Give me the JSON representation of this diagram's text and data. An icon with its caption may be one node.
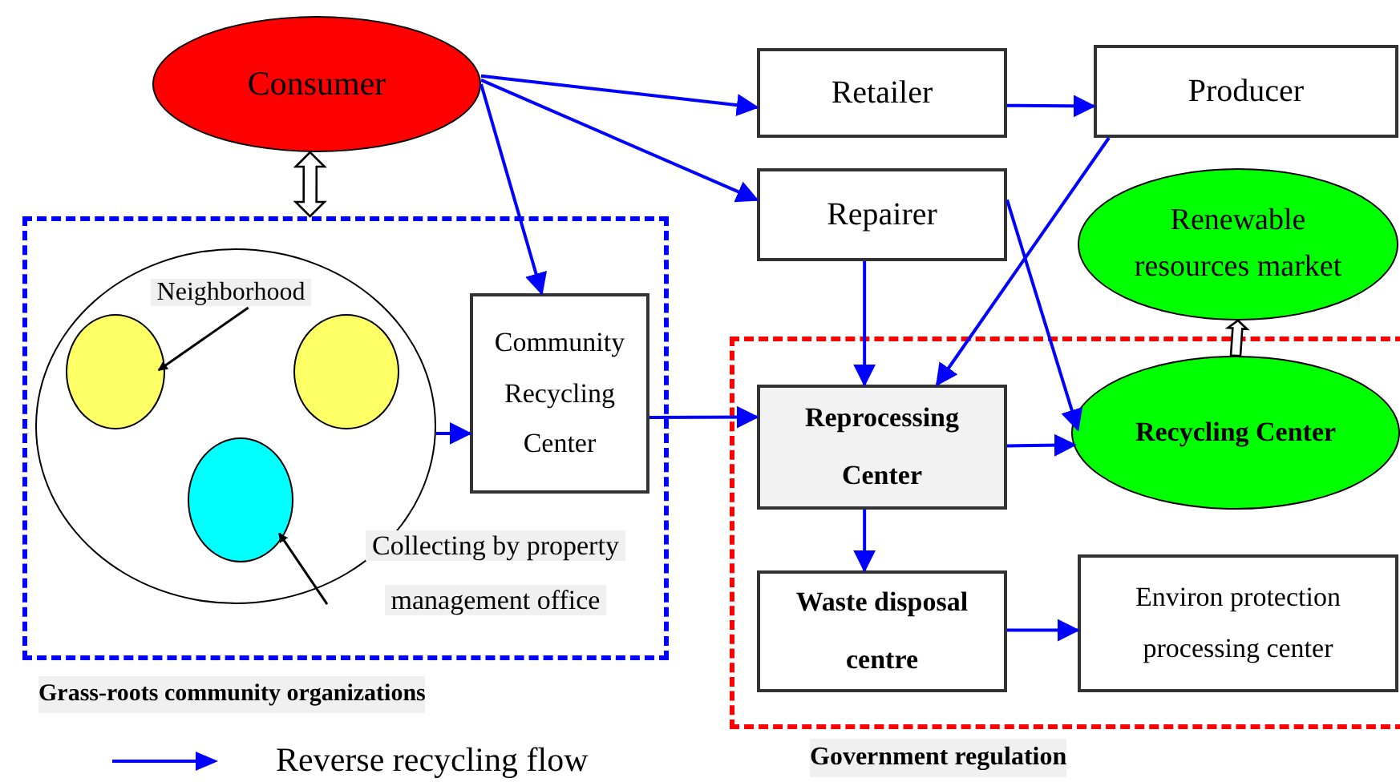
{
  "diagram": {
    "nodes": [
      {
        "text": [
          "Consumer"
        ]
      },
      {
        "text": [
          "Retailer"
        ]
      },
      {
        "text": [
          "Producer"
        ]
      },
      {
        "text": [
          "Repairer"
        ]
      },
      {
        "text": [
          "Renewable resources market"
        ]
      },
      {
        "text": [
          "Grass-roots community organizations"
        ]
      },
      {
        "text": [],
        "shape": "circle",
        "in": 5
      },
      {
        "text": [
          "Neighborhood"
        ],
        "in": 6
      },
      {
        "text": [],
        "shape": "circle",
        "in": 6
      },
      {
        "text": [],
        "shape": "circle",
        "in": 6
      },
      {
        "text": [],
        "shape": "circle",
        "in": 6
      },
      {
        "text": [
          "Collecting by property management office"
        ],
        "in": 5
      },
      {
        "text": [
          "Community Recycling Center"
        ],
        "in": 5
      },
      {
        "text": [
          "Government regulation"
        ]
      },
      {
        "text": [
          "Reprocessing Center"
        ],
        "in": 13
      },
      {
        "text": [
          "Recycling Center"
        ],
        "in": 13
      },
      {
        "text": [
          "Waste disposal centre"
        ],
        "in": 13
      },
      {
        "text": [
          "Environ protection processing center"
        ],
        "in": 13
      }
    ],
    "edges": [
      {
        "from": 0,
        "to": 1,
        "arrow": "to"
      },
      {
        "from": 0,
        "to": 3,
        "arrow": "to"
      },
      {
        "from": 0,
        "to": 12,
        "arrow": "to"
      },
      {
        "from": 1,
        "to": 2,
        "arrow": "to"
      },
      {
        "from": 0,
        "to": 5,
        "arrow": "both",
        "style": "thick",
        "color": "#000000"
      },
      {
        "from": 6,
        "to": 12,
        "arrow": "to"
      },
      {
        "from": 12,
        "to": 14,
        "arrow": "to"
      },
      {
        "from": 3,
        "to": 14,
        "arrow": "to"
      },
      {
        "from": 2,
        "to": 14,
        "arrow": "to"
      },
      {
        "from": 3,
        "to": 15,
        "arrow": "to"
      },
      {
        "from": 14,
        "to": 15,
        "arrow": "to"
      },
      {
        "from": 14,
        "to": 16,
        "arrow": "to"
      },
      {
        "from": 16,
        "to": 17,
        "arrow": "to"
      },
      {
        "from": 15,
        "to": 4,
        "arrow": "to",
        "style": "thick",
        "color": "#000000"
      },
      {
        "from": 7,
        "to": 8,
        "arrow": "to",
        "color": "#000000"
      },
      {
        "from": 11,
        "to": 10,
        "arrow": "to",
        "color": "#000000"
      }
    ],
    "legend": [
      {
        "text": "Reverse recycling flow"
      }
    ]
  }
}
